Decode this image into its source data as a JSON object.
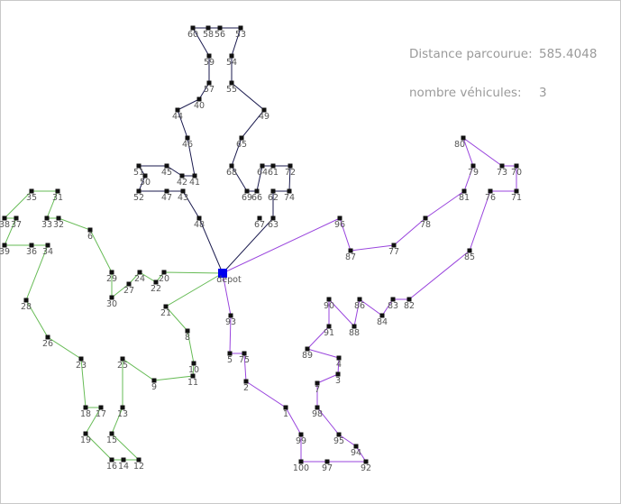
{
  "stats": {
    "distance_label": "Distance parcourue:",
    "distance_value": "585.4048",
    "vehicles_label": "nombre véhicules:",
    "vehicles_value": "3"
  },
  "depot": {
    "label": "depot"
  },
  "colors": {
    "route_1": "#1a1a4e",
    "route_2": "#66bb55",
    "route_3": "#9944dd",
    "depot": "#0000ee",
    "node": "#111111"
  },
  "routes": [
    {
      "color": "#1a1a4e",
      "stops": [
        "depot",
        "63",
        "62",
        "74",
        "72",
        "61",
        "64",
        "66",
        "69",
        "68",
        "65",
        "49",
        "55",
        "54",
        "53",
        "56",
        "58",
        "60",
        "59",
        "57",
        "40",
        "44",
        "46",
        "41",
        "42",
        "45",
        "51",
        "50",
        "52",
        "47",
        "43",
        "48",
        "depot"
      ]
    },
    {
      "color": "#66bb55",
      "stops": [
        "depot",
        "20",
        "22",
        "24",
        "27",
        "30",
        "29",
        "6",
        "32",
        "33",
        "31",
        "35",
        "38",
        "37",
        "39",
        "36",
        "34",
        "28",
        "26",
        "23",
        "18",
        "17",
        "19",
        "16",
        "14",
        "12",
        "15",
        "13",
        "25",
        "9",
        "11",
        "10",
        "8",
        "21",
        "depot"
      ]
    },
    {
      "color": "#9944dd",
      "stops": [
        "depot",
        "96",
        "87",
        "77",
        "78",
        "81",
        "79",
        "80",
        "73",
        "70",
        "71",
        "76",
        "85",
        "82",
        "83",
        "84",
        "86",
        "88",
        "90",
        "91",
        "89",
        "4",
        "3",
        "7",
        "98",
        "95",
        "94",
        "92",
        "97",
        "100",
        "99",
        "1",
        "2",
        "75",
        "5",
        "93",
        "depot"
      ]
    }
  ]
}
